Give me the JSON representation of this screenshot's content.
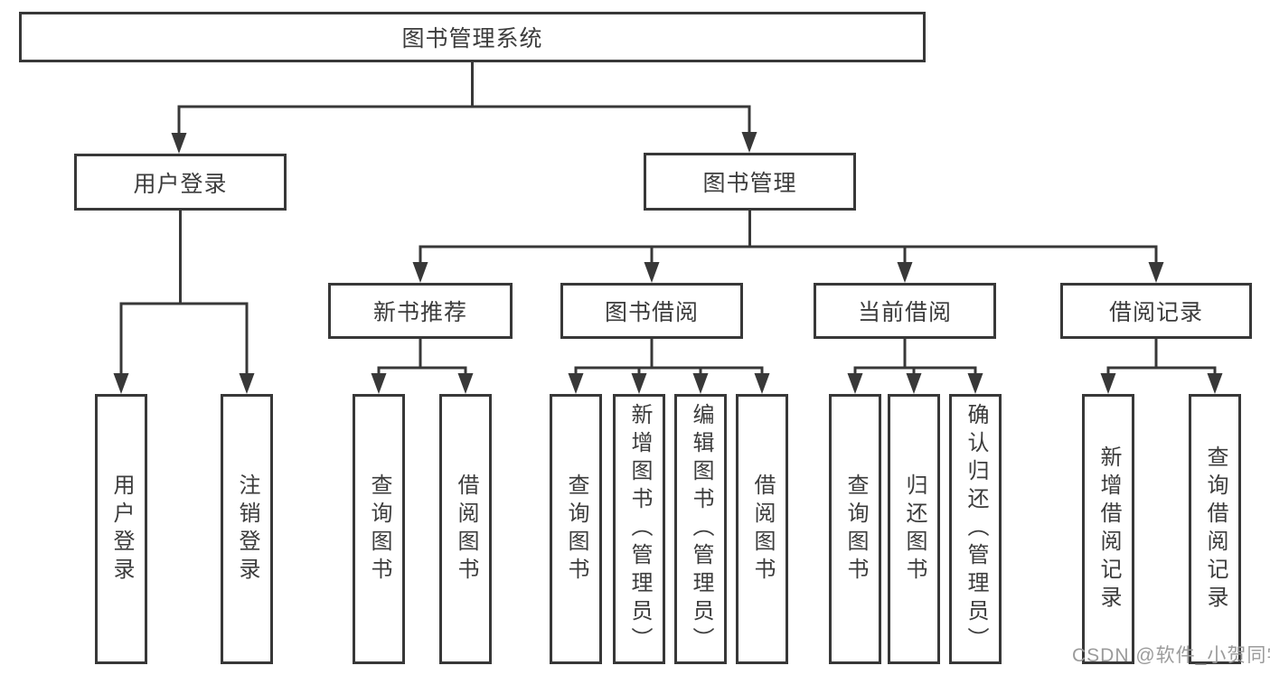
{
  "title": "图书管理系统",
  "branches": [
    {
      "label": "用户登录",
      "children": [
        "用户登录",
        "注销登录"
      ]
    },
    {
      "label": "图书管理",
      "groups": [
        {
          "label": "新书推荐",
          "children": [
            "查询图书",
            "借阅图书"
          ]
        },
        {
          "label": "图书借阅",
          "children": [
            "查询图书",
            "新增图书（管理员）",
            "编辑图书（管理员）",
            "借阅图书"
          ]
        },
        {
          "label": "当前借阅",
          "children": [
            "查询图书",
            "归还图书",
            "确认归还（管理员）"
          ]
        },
        {
          "label": "借阅记录",
          "children": [
            "新增借阅记录",
            "查询借阅记录"
          ]
        }
      ]
    }
  ],
  "watermark": "CSDN @软件_小贺同学",
  "colors": {
    "line": "#383838",
    "text": "#3c3c3c",
    "watermark": "#9b9b9b",
    "background": "#ffffff"
  }
}
